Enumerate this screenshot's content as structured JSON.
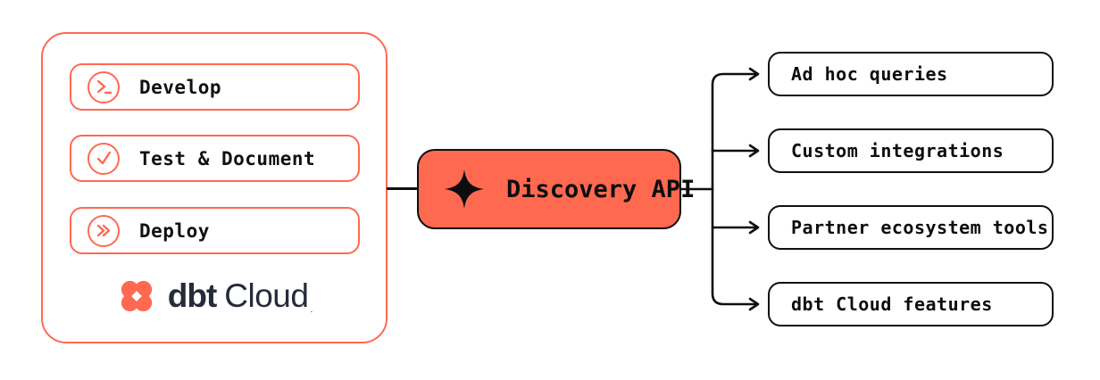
{
  "diagram": {
    "source_panel": {
      "stages": [
        {
          "label": "Develop",
          "icon": "terminal-prompt-icon"
        },
        {
          "label": "Test & Document",
          "icon": "check-circle-icon"
        },
        {
          "label": "Deploy",
          "icon": "double-chevron-right-icon"
        }
      ],
      "logo": {
        "brand": "dbt",
        "product": "Cloud",
        "trademark_dot": "."
      }
    },
    "hub": {
      "label": "Discovery API",
      "icon": "sparkle-icon"
    },
    "consumers": [
      {
        "label": "Ad hoc queries"
      },
      {
        "label": "Custom integrations"
      },
      {
        "label": "Partner ecosystem tools"
      },
      {
        "label": "dbt Cloud features"
      }
    ],
    "colors": {
      "accent_orange": "#FF6950",
      "line_black": "#0F0F0F",
      "logo_navy": "#262B3A",
      "background": "#FFFFFF"
    }
  }
}
